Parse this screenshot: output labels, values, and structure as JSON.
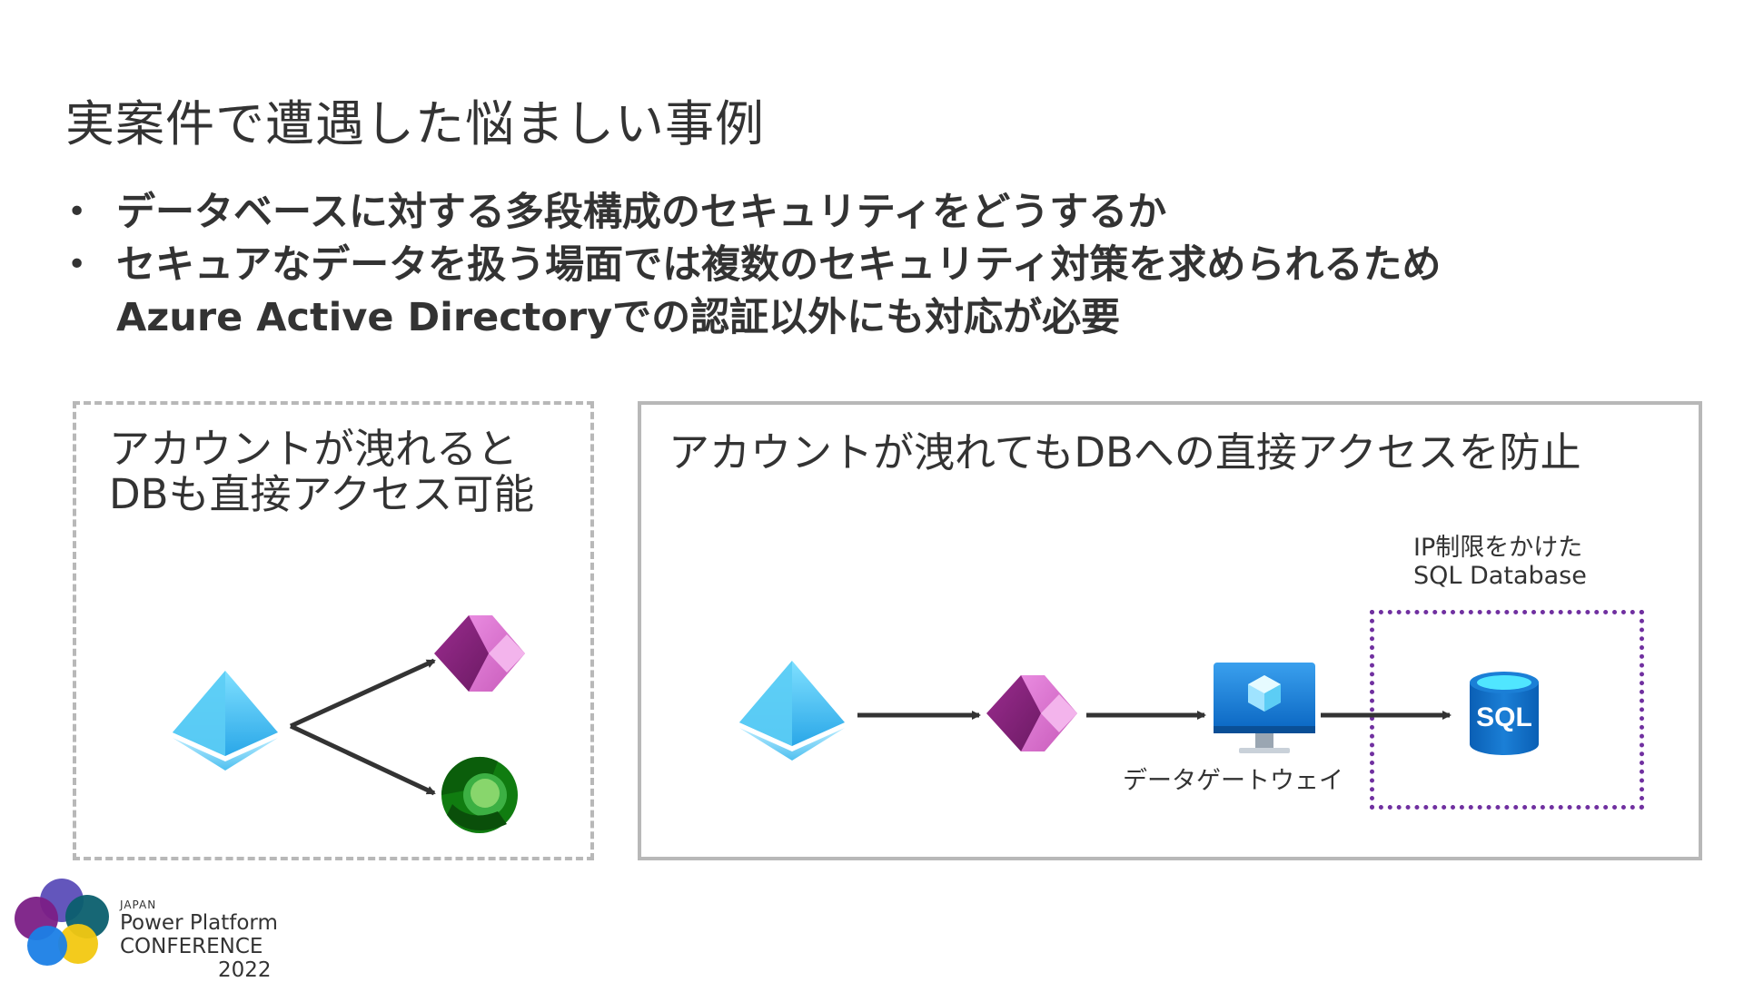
{
  "slide": {
    "title": "実案件で遭遇した悩ましい事例",
    "bullets": [
      {
        "lines": [
          "データベースに対する多段構成のセキュリティをどうするか"
        ]
      },
      {
        "lines": [
          "セキュアなデータを扱う場面では複数のセキュリティ対策を求められるため",
          "Azure Active Directoryでの認証以外にも対応が必要"
        ]
      }
    ],
    "bullet_symbol": "•"
  },
  "left_panel": {
    "title_lines": [
      "アカウントが洩れると",
      "DBも直接アクセス可能"
    ]
  },
  "right_panel": {
    "title": "アカウントが洩れてもDBへの直接アクセスを防止",
    "sql_label_lines": [
      "IP制限をかけた",
      "SQL Database"
    ],
    "gateway_label": "データゲートウェイ",
    "sql_icon_text": "SQL"
  },
  "icons": {
    "azure_ad": "azure-active-directory-icon",
    "power_apps": "power-apps-icon",
    "dataverse": "dataverse-icon",
    "gateway": "data-gateway-monitor-icon",
    "sql": "sql-database-icon"
  },
  "colors": {
    "dashed_border": "#b8b8b8",
    "sql_box_border": "#7030a0",
    "arrow": "#333333"
  },
  "footer": {
    "logo_line1": "JAPAN",
    "logo_line2": "Power Platform",
    "logo_line3": "CONFERENCE",
    "logo_line4": "2022"
  }
}
